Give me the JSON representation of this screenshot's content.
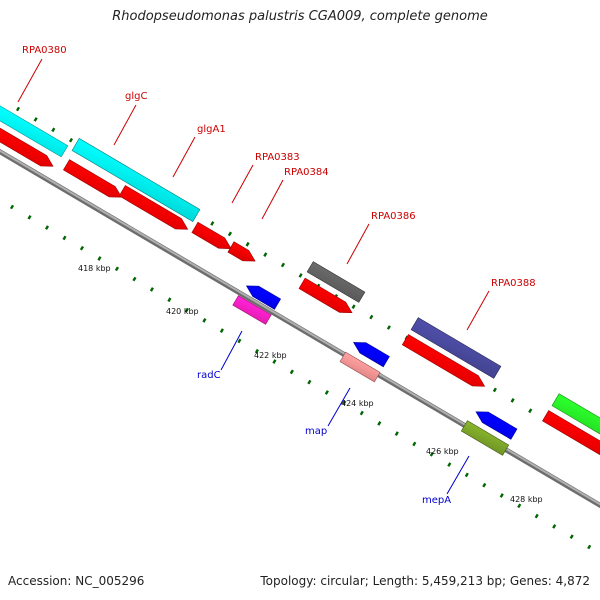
{
  "title": "Rhodopseudomonas palustris CGA009, complete genome",
  "footer": {
    "accession": "Accession: NC_005296",
    "topology": "Topology: circular; Length: 5,459,213 bp; Genes: 4,872"
  },
  "scale_labels": [
    "418 kbp",
    "420 kbp",
    "422 kbp",
    "424 kbp",
    "426 kbp",
    "428 kbp"
  ],
  "genes": [
    {
      "name": "RPA0380",
      "strand": "forward",
      "color": "#00ffff"
    },
    {
      "name": "glgC",
      "strand": "forward",
      "color": "#00cccc"
    },
    {
      "name": "glgA1",
      "strand": "forward",
      "color": "#ff0000"
    },
    {
      "name": "RPA0383",
      "strand": "forward",
      "color": "#ff0000"
    },
    {
      "name": "RPA0384",
      "strand": "forward",
      "color": "#ff0000"
    },
    {
      "name": "RPA0386",
      "strand": "forward",
      "color": "#555555"
    },
    {
      "name": "RPA0388",
      "strand": "forward",
      "color": "#3f3f88"
    },
    {
      "name": "radC",
      "strand": "reverse",
      "color": "#ff1aaa"
    },
    {
      "name": "map",
      "strand": "reverse",
      "color": "#f08080"
    },
    {
      "name": "mepA",
      "strand": "reverse",
      "color": "#6b8e23"
    }
  ],
  "colors": {
    "forward_label": "#cc0000",
    "reverse_label": "#0000cc",
    "cds": "#ff0000",
    "reverse_arrow": "#0000ff",
    "backbone": "#888888",
    "tick": "#006600",
    "extra_gene": "#22dd22"
  }
}
